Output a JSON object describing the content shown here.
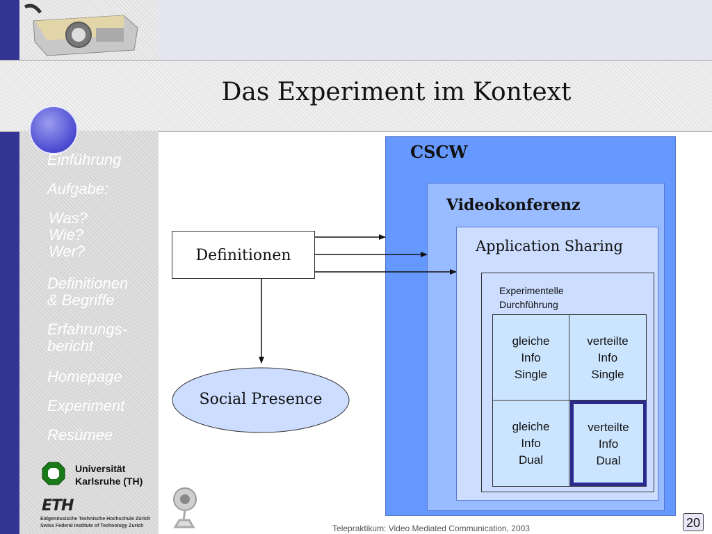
{
  "title": "Das Experiment im Kontext",
  "nav": [
    {
      "lines": [
        "Einführung"
      ]
    },
    {
      "lines": [
        "Aufgabe:"
      ]
    },
    {
      "lines": [
        "Was?",
        "Wie?",
        "Wer?"
      ]
    },
    {
      "lines": [
        "Definitionen",
        "& Begriffe"
      ]
    },
    {
      "lines": [
        "Erfahrungs-",
        "bericht"
      ]
    },
    {
      "lines": [
        "Homepage"
      ]
    },
    {
      "lines": [
        "Experiment"
      ]
    },
    {
      "lines": [
        "Resümee"
      ]
    }
  ],
  "university": {
    "line1": "Universität",
    "line2": "Karlsruhe (TH)"
  },
  "eth": {
    "logo": "ETH",
    "line1": "Eidgenössische Technische Hochschule Zürich",
    "line2": "Swiss Federal Institute of Technology Zurich"
  },
  "diagram": {
    "cscw": "CSCW",
    "videokonferenz": "Videokonferenz",
    "application_sharing": "Application Sharing",
    "experimentelle": {
      "line1": "Experimentelle",
      "line2": "Durchführung"
    },
    "definitionen": "Definitionen",
    "social_presence": "Social Presence",
    "cells": [
      {
        "lines": [
          "gleiche",
          "Info",
          "Single"
        ]
      },
      {
        "lines": [
          "verteilte",
          "Info",
          "Single"
        ]
      },
      {
        "lines": [
          "gleiche",
          "Info",
          "Dual"
        ]
      },
      {
        "lines": [
          "verteilte",
          "Info",
          "Dual"
        ]
      }
    ],
    "highlighted_cell": 3
  },
  "footer": "Telepraktikum: Video Mediated Communication, 2003",
  "page_number": "20",
  "colors": {
    "stripe": "#343494",
    "cscw": "#6699ff",
    "video": "#99bbff",
    "app": "#ccddff",
    "cell": "#cce5ff",
    "highlight": "#2a2a8c"
  }
}
